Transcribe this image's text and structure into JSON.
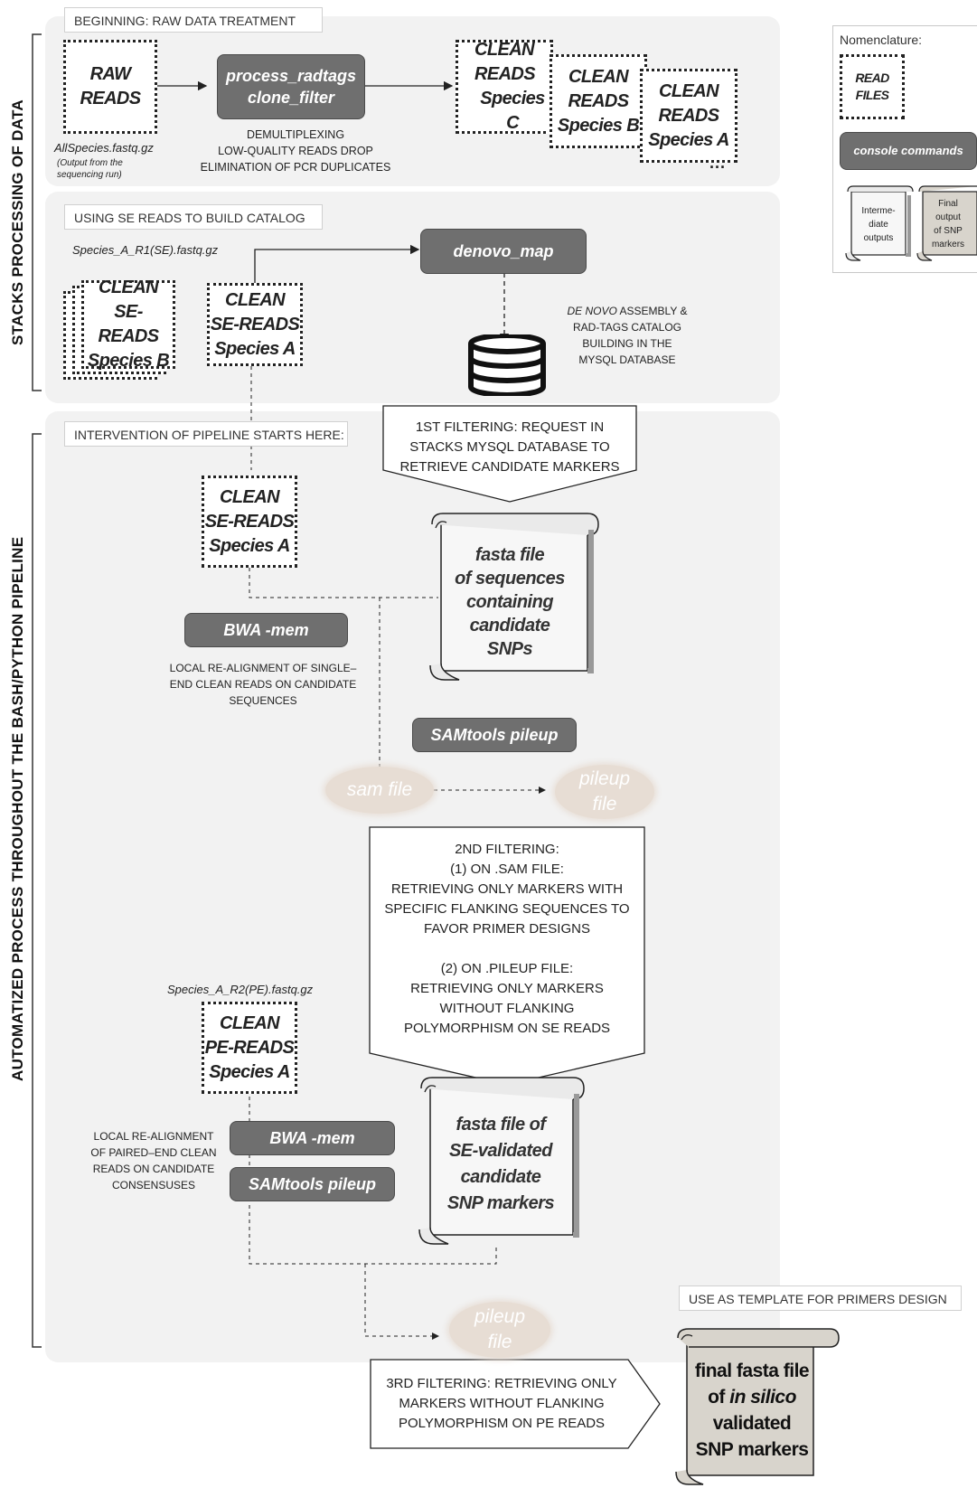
{
  "side_labels": {
    "stacks": "STACKS PROCESSING OF DATA",
    "automated": "AUTOMATIZED PROCESS THROUGHOUT THE BASH/PYTHON PIPELINE"
  },
  "section1": {
    "label": "BEGINNING: RAW DATA TREATMENT",
    "raw_reads": [
      "RAW",
      "READS"
    ],
    "raw_file": "AllSpecies.fastq.gz",
    "raw_note": [
      "(Output from the",
      "sequencing run)"
    ],
    "cmd": [
      "process_radtags",
      "clone_filter"
    ],
    "cmd_caption": [
      "DEMULTIPLEXING",
      "LOW-QUALITY READS DROP",
      "ELIMINATION OF PCR DUPLICATES"
    ],
    "clean_c": [
      "CLEAN",
      "READS",
      "Species C"
    ],
    "clean_b": [
      "CLEAN",
      "READS",
      "Species B"
    ],
    "clean_a": [
      "CLEAN",
      "READS",
      "Species A"
    ],
    "ellipsis": "..."
  },
  "section2": {
    "label": "USING SE READS TO BUILD CATALOG",
    "file": "Species_A_R1(SE).fastq.gz",
    "se_b": [
      "CLEAN",
      "SE-READS",
      "Species B"
    ],
    "se_a": [
      "CLEAN",
      "SE-READS",
      "Species A"
    ],
    "cmd": "denovo_map",
    "caption_ital": "DE NOVO",
    "caption_rest": " ASSEMBLY &",
    "caption_lines": [
      "RAD-TAGS CATALOG",
      "BUILDING IN THE",
      "MYSQL DATABASE"
    ]
  },
  "section3": {
    "label": "INTERVENTION OF PIPELINE STARTS HERE:",
    "filter1": [
      "1ST FILTERING: REQUEST IN",
      "STACKS MYSQL DATABASE TO",
      "RETRIEVE CANDIDATE MARKERS"
    ],
    "se_a": [
      "CLEAN",
      "SE-READS",
      "Species A"
    ],
    "fasta1": [
      "fasta file",
      "of sequences",
      "containing",
      "candidate",
      "SNPs"
    ],
    "bwa1": "BWA -mem",
    "bwa1_caption": [
      "LOCAL RE-ALIGNMENT OF SINGLE–",
      "END CLEAN READS ON CANDIDATE",
      "SEQUENCES"
    ],
    "samtools1": "SAMtools pileup",
    "sam_file": "sam file",
    "pileup1": [
      "pileup",
      "file"
    ],
    "filter2": [
      "2ND FILTERING:",
      "(1) ON .SAM FILE:",
      "RETRIEVING ONLY MARKERS WITH",
      "SPECIFIC FLANKING SEQUENCES TO",
      "FAVOR PRIMER DESIGNS",
      "",
      "(2) ON .PILEUP FILE:",
      "RETRIEVING ONLY MARKERS",
      "WITHOUT FLANKING",
      "POLYMORPHISM ON SE READS"
    ],
    "pe_file": "Species_A_R2(PE).fastq.gz",
    "pe_a": [
      "CLEAN",
      "PE-READS",
      "Species A"
    ],
    "pe_caption": [
      "LOCAL RE-ALIGNMENT",
      "OF PAIRED–END CLEAN",
      "READS ON CANDIDATE",
      "CONSENSUSES"
    ],
    "bwa2": "BWA -mem",
    "samtools2": "SAMtools pileup",
    "fasta2": [
      "fasta file of",
      "SE-validated",
      "candidate",
      "SNP markers"
    ],
    "pileup2": [
      "pileup",
      "file"
    ],
    "filter3": [
      "3RD FILTERING: RETRIEVING ONLY",
      "MARKERS WITHOUT FLANKING",
      "POLYMORPHISM ON PE READS"
    ],
    "template_label": "USE AS TEMPLATE FOR PRIMERS DESIGN",
    "final_line1": "final fasta file",
    "final_of": "of ",
    "final_ital": "in silico",
    "final_line3": "validated",
    "final_line4": "SNP markers"
  },
  "legend": {
    "title": "Nomenclature:",
    "read_files": [
      "READ",
      "FILES"
    ],
    "console": "console commands",
    "intermediate": [
      "Interme-",
      "diate",
      "outputs"
    ],
    "final": [
      "Final",
      "output",
      "of SNP",
      "markers"
    ]
  },
  "colors": {
    "panel": "#f2f2f2",
    "command": "#6f6f6f",
    "oval": "#e7ddd4",
    "final_scroll": "#d8d4cc"
  }
}
